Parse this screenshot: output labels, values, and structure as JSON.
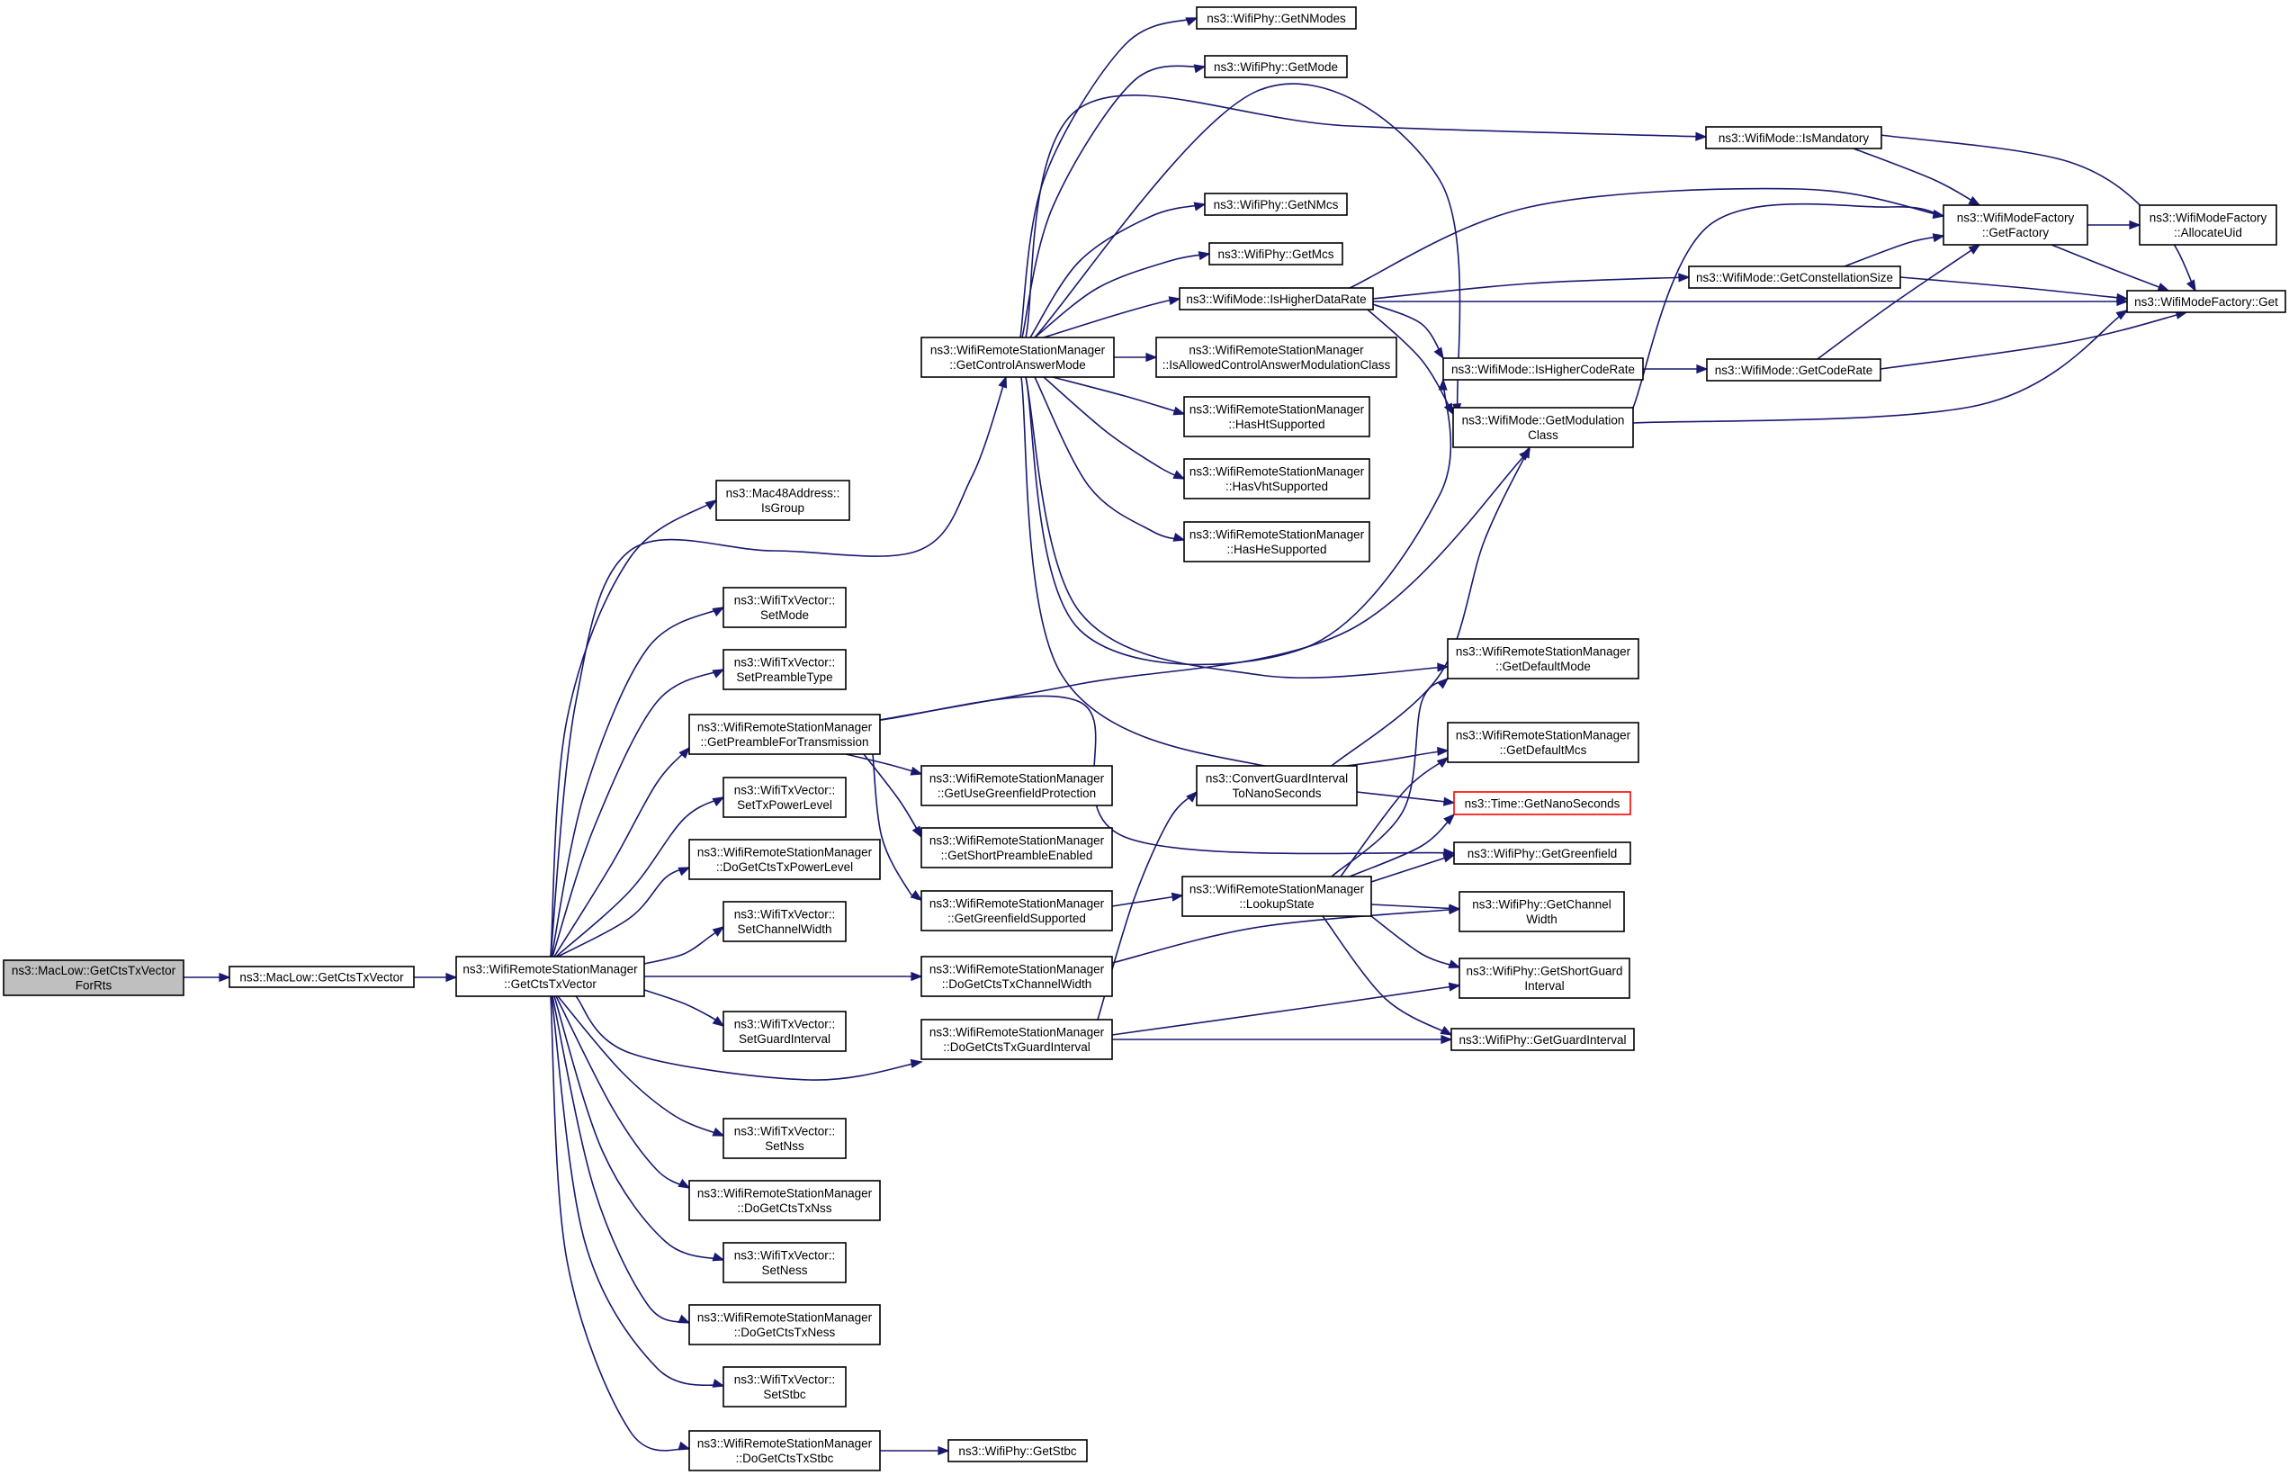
{
  "colors": {
    "edge": "#191970",
    "root_fill": "#bfbfbf",
    "box_border": "#000000",
    "external_border": "#ff0000"
  },
  "nodes": [
    {
      "id": "n0",
      "lines": [
        "ns3::MacLow::GetCtsTxVector",
        "ForRts"
      ],
      "style": "root"
    },
    {
      "id": "n1",
      "lines": [
        "ns3::MacLow::GetCtsTxVector"
      ]
    },
    {
      "id": "n2",
      "lines": [
        "ns3::WifiRemoteStationManager",
        "::GetCtsTxVector"
      ]
    },
    {
      "id": "n3",
      "lines": [
        "ns3::Mac48Address::",
        "IsGroup"
      ]
    },
    {
      "id": "n4",
      "lines": [
        "ns3::WifiTxVector::",
        "SetMode"
      ]
    },
    {
      "id": "n5",
      "lines": [
        "ns3::WifiTxVector::",
        "SetPreambleType"
      ]
    },
    {
      "id": "n6",
      "lines": [
        "ns3::WifiRemoteStationManager",
        "::GetPreambleForTransmission"
      ]
    },
    {
      "id": "n7",
      "lines": [
        "ns3::WifiTxVector::",
        "SetTxPowerLevel"
      ]
    },
    {
      "id": "n8",
      "lines": [
        "ns3::WifiRemoteStationManager",
        "::DoGetCtsTxPowerLevel"
      ]
    },
    {
      "id": "n9",
      "lines": [
        "ns3::WifiTxVector::",
        "SetChannelWidth"
      ]
    },
    {
      "id": "n10",
      "lines": [
        "ns3::WifiTxVector::",
        "SetGuardInterval"
      ]
    },
    {
      "id": "n11",
      "lines": [
        "ns3::WifiTxVector::",
        "SetNss"
      ]
    },
    {
      "id": "n12",
      "lines": [
        "ns3::WifiRemoteStationManager",
        "::DoGetCtsTxNss"
      ]
    },
    {
      "id": "n13",
      "lines": [
        "ns3::WifiTxVector::",
        "SetNess"
      ]
    },
    {
      "id": "n14",
      "lines": [
        "ns3::WifiRemoteStationManager",
        "::DoGetCtsTxNess"
      ]
    },
    {
      "id": "n15",
      "lines": [
        "ns3::WifiTxVector::",
        "SetStbc"
      ]
    },
    {
      "id": "n16",
      "lines": [
        "ns3::WifiRemoteStationManager",
        "::DoGetCtsTxStbc"
      ]
    },
    {
      "id": "n17",
      "lines": [
        "ns3::WifiRemoteStationManager",
        "::GetControlAnswerMode"
      ]
    },
    {
      "id": "n18",
      "lines": [
        "ns3::WifiRemoteStationManager",
        "::GetUseGreenfieldProtection"
      ]
    },
    {
      "id": "n19",
      "lines": [
        "ns3::WifiRemoteStationManager",
        "::GetShortPreambleEnabled"
      ]
    },
    {
      "id": "n20",
      "lines": [
        "ns3::WifiRemoteStationManager",
        "::GetGreenfieldSupported"
      ]
    },
    {
      "id": "n21",
      "lines": [
        "ns3::WifiRemoteStationManager",
        "::DoGetCtsTxChannelWidth"
      ]
    },
    {
      "id": "n22",
      "lines": [
        "ns3::WifiRemoteStationManager",
        "::DoGetCtsTxGuardInterval"
      ]
    },
    {
      "id": "n23",
      "lines": [
        "ns3::WifiPhy::GetStbc"
      ]
    },
    {
      "id": "n24",
      "lines": [
        "ns3::WifiPhy::GetNModes"
      ]
    },
    {
      "id": "n25",
      "lines": [
        "ns3::WifiPhy::GetMode"
      ]
    },
    {
      "id": "n26",
      "lines": [
        "ns3::WifiPhy::GetNMcs"
      ]
    },
    {
      "id": "n27",
      "lines": [
        "ns3::WifiPhy::GetMcs"
      ]
    },
    {
      "id": "n28",
      "lines": [
        "ns3::WifiMode::IsHigherDataRate"
      ]
    },
    {
      "id": "n29",
      "lines": [
        "ns3::WifiRemoteStationManager",
        "::IsAllowedControlAnswerModulationClass"
      ]
    },
    {
      "id": "n30",
      "lines": [
        "ns3::WifiRemoteStationManager",
        "::HasHtSupported"
      ]
    },
    {
      "id": "n31",
      "lines": [
        "ns3::WifiRemoteStationManager",
        "::HasVhtSupported"
      ]
    },
    {
      "id": "n32",
      "lines": [
        "ns3::WifiRemoteStationManager",
        "::HasHeSupported"
      ]
    },
    {
      "id": "n33",
      "lines": [
        "ns3::ConvertGuardInterval",
        "ToNanoSeconds"
      ]
    },
    {
      "id": "n34",
      "lines": [
        "ns3::WifiRemoteStationManager",
        "::LookupState"
      ]
    },
    {
      "id": "n35",
      "lines": [
        "ns3::WifiMode::IsHigherCodeRate"
      ]
    },
    {
      "id": "n36",
      "lines": [
        "ns3::WifiMode::GetModulation",
        "Class"
      ]
    },
    {
      "id": "n37",
      "lines": [
        "ns3::WifiRemoteStationManager",
        "::GetDefaultMode"
      ]
    },
    {
      "id": "n38",
      "lines": [
        "ns3::WifiRemoteStationManager",
        "::GetDefaultMcs"
      ]
    },
    {
      "id": "n39",
      "lines": [
        "ns3::Time::GetNanoSeconds"
      ],
      "style": "red"
    },
    {
      "id": "n40",
      "lines": [
        "ns3::WifiPhy::GetGreenfield"
      ]
    },
    {
      "id": "n41",
      "lines": [
        "ns3::WifiPhy::GetChannel",
        "Width"
      ]
    },
    {
      "id": "n42",
      "lines": [
        "ns3::WifiPhy::GetShortGuard",
        "Interval"
      ]
    },
    {
      "id": "n43",
      "lines": [
        "ns3::WifiPhy::GetGuardInterval"
      ]
    },
    {
      "id": "n44",
      "lines": [
        "ns3::WifiMode::IsMandatory"
      ]
    },
    {
      "id": "n45",
      "lines": [
        "ns3::WifiMode::GetConstellationSize"
      ]
    },
    {
      "id": "n46",
      "lines": [
        "ns3::WifiMode::GetCodeRate"
      ]
    },
    {
      "id": "n47",
      "lines": [
        "ns3::WifiModeFactory",
        "::GetFactory"
      ]
    },
    {
      "id": "n48",
      "lines": [
        "ns3::WifiModeFactory",
        "::AllocateUid"
      ]
    },
    {
      "id": "n49",
      "lines": [
        "ns3::WifiModeFactory::Get"
      ]
    }
  ]
}
